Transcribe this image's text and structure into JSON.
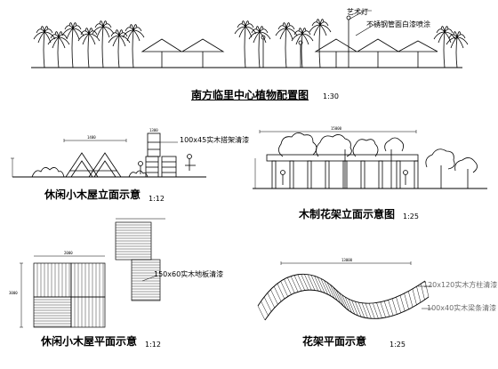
{
  "drawings": {
    "planting": {
      "title": "南方临里中心植物配置图",
      "scale": "1:30",
      "callouts": [
        "艺术灯",
        "不锈钢管面白漆喷涂"
      ]
    },
    "cabin_elevation": {
      "title": "休闲小木屋立面示意",
      "scale": "1:12",
      "callouts": [
        "100x45实木搭架清漆"
      ],
      "dimensions": [
        "1400",
        "1300"
      ]
    },
    "pergola_elevation": {
      "title": "木制花架立面示意图",
      "scale": "1:25",
      "dimensions": [
        "15000"
      ]
    },
    "cabin_plan": {
      "title": "休闲小木屋平面示意",
      "scale": "1:12",
      "callouts": [
        "150x60实木地板清漆"
      ],
      "dimensions": [
        "2000",
        "3000"
      ]
    },
    "pergola_plan": {
      "title": "花架平面示意",
      "scale": "1:25",
      "callouts": [
        "120x120实木方柱清漆",
        "100x40实木梁条清漆"
      ],
      "dimensions": [
        "13000"
      ]
    }
  },
  "colors": {
    "ink": "#000000",
    "faint": "#6a6a6a",
    "paper": "#ffffff"
  }
}
